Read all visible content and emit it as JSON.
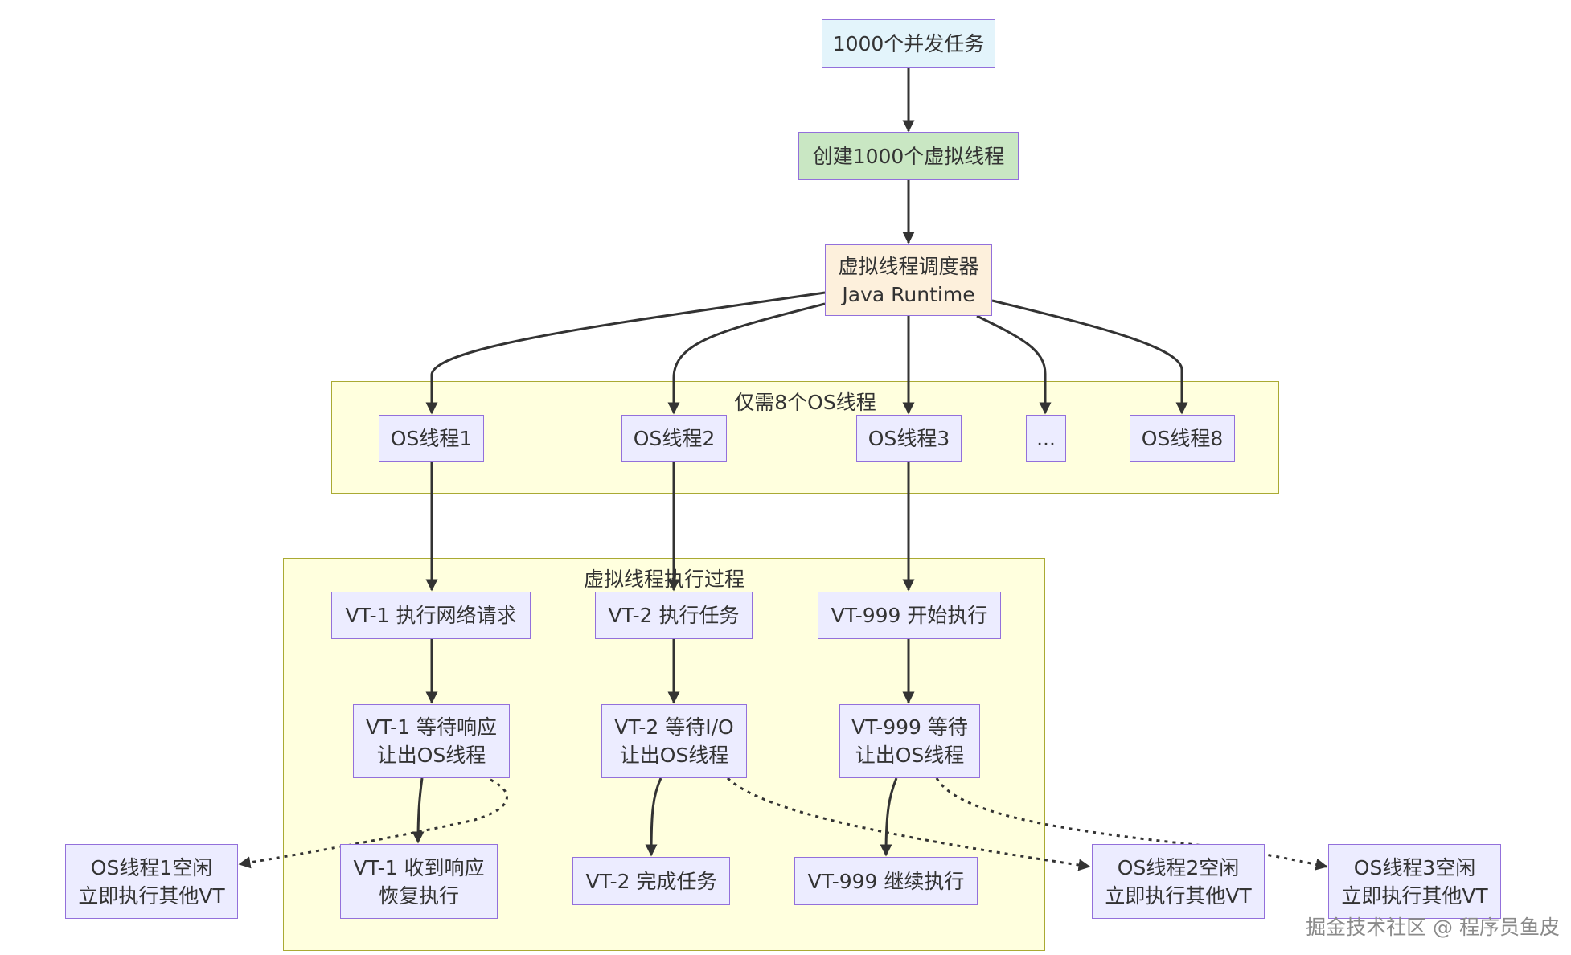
{
  "colors": {
    "node_fill": "#ececff",
    "node_border": "#9370db",
    "start_fill": "#e3f4fb",
    "create_fill": "#c9e7c3",
    "scheduler_fill": "#fdf0dc",
    "cluster_fill": "#ffffde",
    "cluster_border": "#aaaa33",
    "edge": "#333333"
  },
  "nodes": {
    "start": "1000个并发任务",
    "create": "创建1000个虚拟线程",
    "scheduler": {
      "line1": "虚拟线程调度器",
      "line2": "Java Runtime"
    },
    "os1": "OS线程1",
    "os2": "OS线程2",
    "os3": "OS线程3",
    "ellipsis": "...",
    "os8": "OS线程8",
    "vt1_start": "VT-1 执行网络请求",
    "vt2_start": "VT-2 执行任务",
    "vt999_start": "VT-999 开始执行",
    "vt1_wait": {
      "line1": "VT-1 等待响应",
      "line2": "让出OS线程"
    },
    "vt2_wait": {
      "line1": "VT-2 等待I/O",
      "line2": "让出OS线程"
    },
    "vt999_wait": {
      "line1": "VT-999 等待",
      "line2": "让出OS线程"
    },
    "vt1_resume": {
      "line1": "VT-1 收到响应",
      "line2": "恢复执行"
    },
    "vt2_done": "VT-2 完成任务",
    "vt999_continue": "VT-999 继续执行",
    "os1_idle": {
      "line1": "OS线程1空闲",
      "line2": "立即执行其他VT"
    },
    "os2_idle": {
      "line1": "OS线程2空闲",
      "line2": "立即执行其他VT"
    },
    "os3_idle": {
      "line1": "OS线程3空闲",
      "line2": "立即执行其他VT"
    }
  },
  "clusters": {
    "os_threads": "仅需8个OS线程",
    "vt_execution": "虚拟线程执行过程"
  },
  "watermark": "掘金技术社区 @ 程序员鱼皮"
}
